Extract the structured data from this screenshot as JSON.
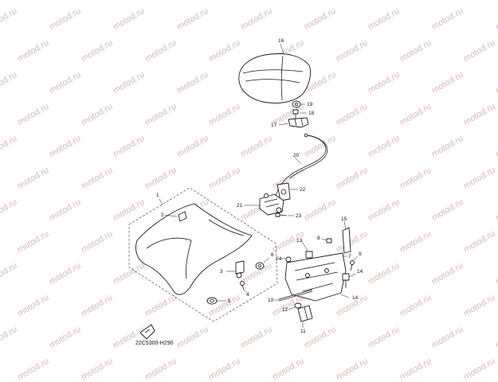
{
  "watermark_text": "motod.ru",
  "diagram_code": "22C5300-H290",
  "callouts": [
    "1",
    "2",
    "3",
    "4",
    "5",
    "6",
    "7",
    "8",
    "9",
    "10",
    "11",
    "12",
    "13",
    "14",
    "15",
    "16",
    "17",
    "18",
    "19",
    "20",
    "21",
    "22",
    "23",
    "24"
  ],
  "front_arrow_icon": "front-direction-arrow-icon"
}
